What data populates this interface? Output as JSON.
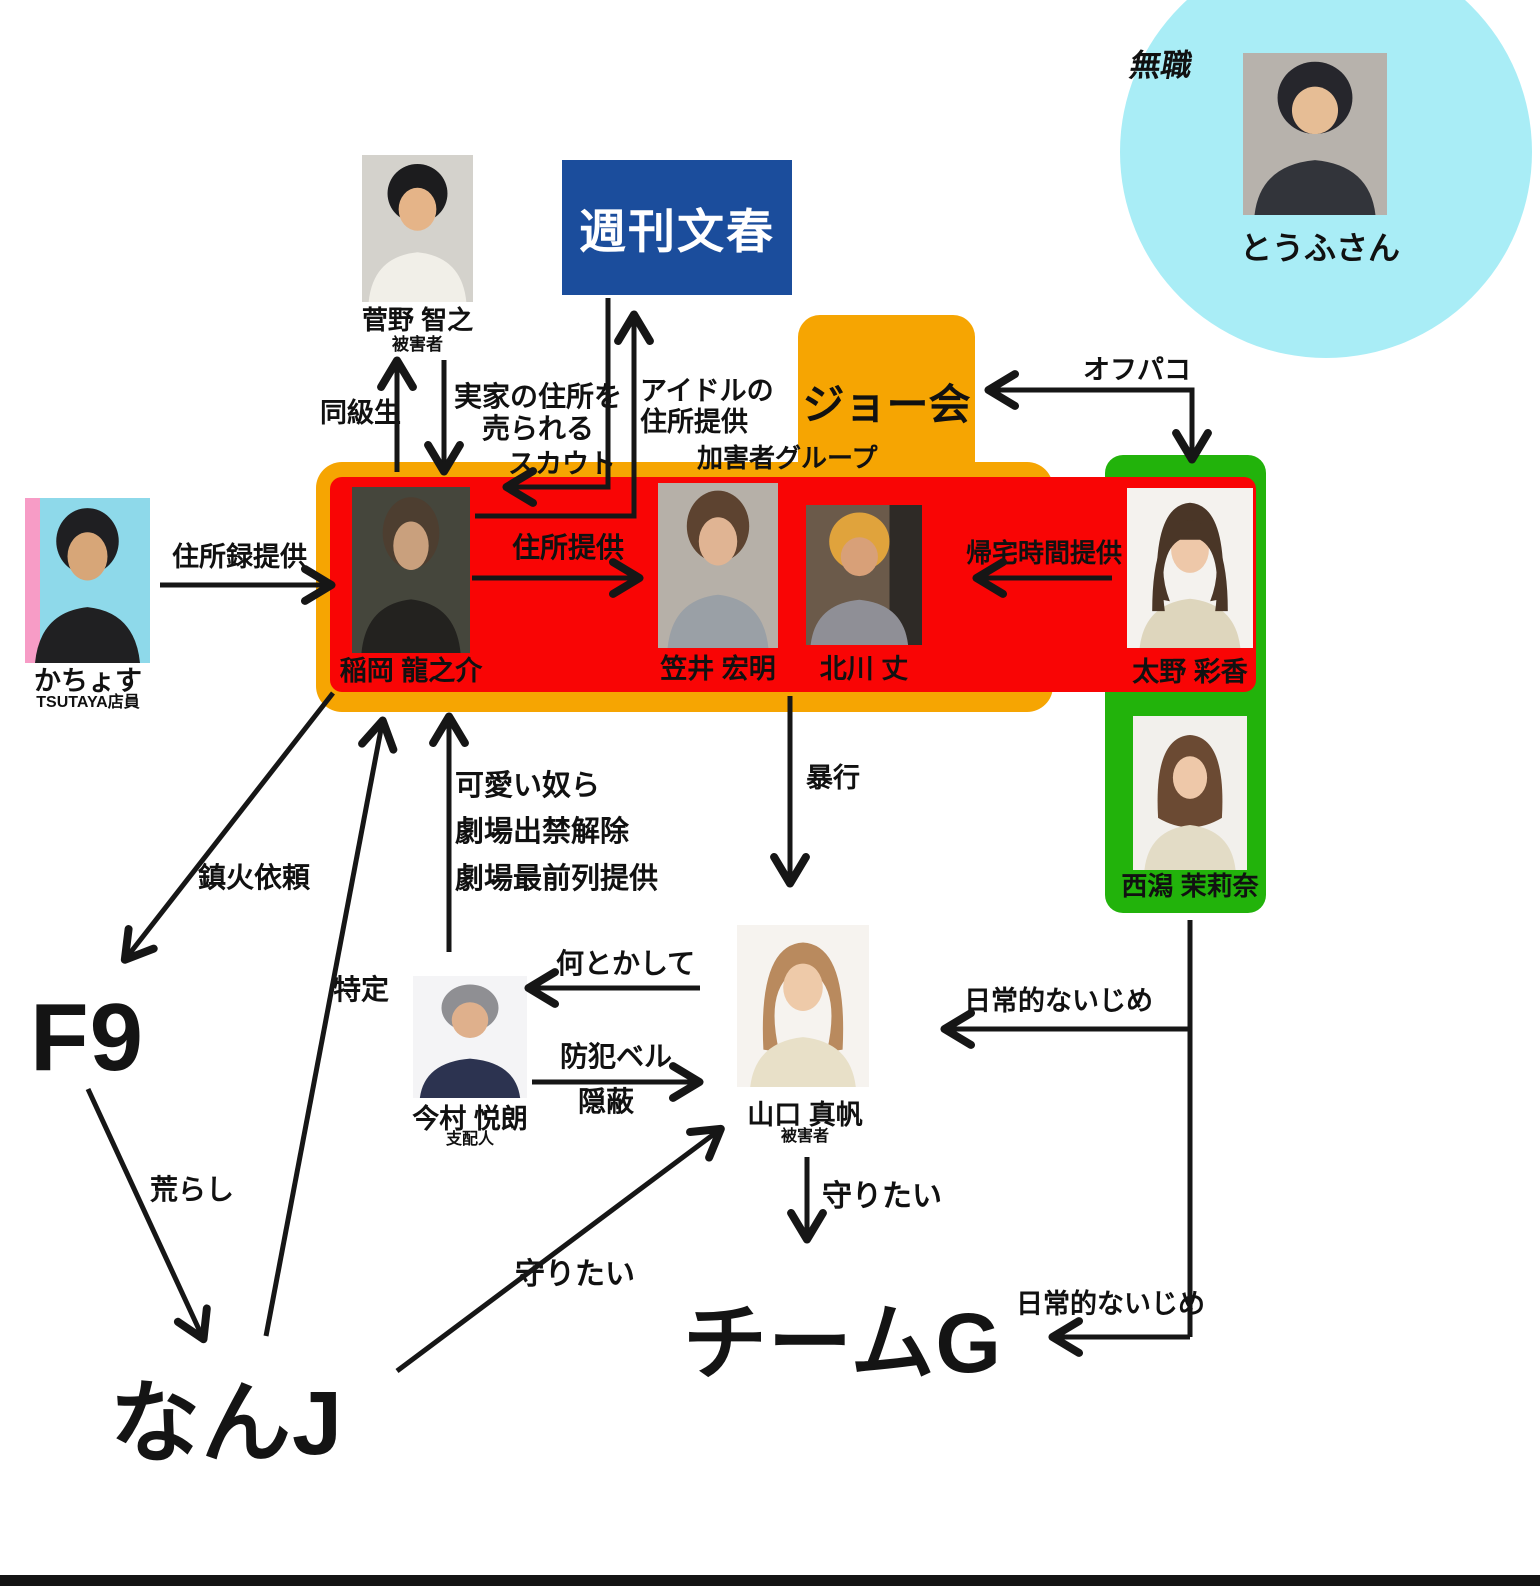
{
  "colors": {
    "red_box": "#f90505",
    "orange_box": "#f6a502",
    "green_box": "#22b30b",
    "bunshun_blue": "#1b4d9c",
    "circle_cyan": "#a9edf6",
    "arrow_black": "#161616"
  },
  "nodes": {
    "tofu": {
      "tag": "無職",
      "name": "とうふさん"
    },
    "sugano": {
      "name": "菅野 智之",
      "role": "被害者"
    },
    "bunshun": {
      "label": "週刊文春"
    },
    "joekai": {
      "label": "ジョー会"
    },
    "group_label": "加害者グループ",
    "kachosu": {
      "name": "かちょす",
      "role": "TSUTAYA店員"
    },
    "inaoka": {
      "name": "稲岡 龍之介"
    },
    "kasai": {
      "name": "笠井 宏明"
    },
    "kitagawa": {
      "name": "北川 丈"
    },
    "tano": {
      "name": "太野 彩香"
    },
    "nishigata": {
      "name": "西潟 茉莉奈"
    },
    "imamura": {
      "name": "今村 悦朗",
      "role": "支配人"
    },
    "yamaguchi": {
      "name": "山口 真帆",
      "role": "被害者"
    },
    "f9": {
      "label": "F9"
    },
    "nanj": {
      "label": "なんJ"
    },
    "teamg": {
      "label": "チームG"
    }
  },
  "edges": {
    "classmate": "同級生",
    "home_address_l1": "実家の住所を",
    "home_address_l2": "売られる",
    "scout": "スカウト",
    "idol_address_l1": "アイドルの",
    "idol_address_l2": "住所提供",
    "address_book": "住所録提供",
    "address": "住所提供",
    "home_time": "帰宅時間提供",
    "offline_meet": "オフパコ",
    "assault": "暴行",
    "cute_l1": "可愛い奴ら",
    "cute_l2": "劇場出禁解除",
    "cute_l3": "劇場最前列提供",
    "identify": "特定",
    "extinguish": "鎮火依頼",
    "troll": "荒らし",
    "do_something": "何とかして",
    "security_bell": "防犯ベル",
    "cover_up": "隠蔽",
    "protect_nanj": "守りたい",
    "protect_yamaguchi": "守りたい",
    "daily_bullying_upper": "日常的ないじめ",
    "daily_bullying_lower": "日常的ないじめ"
  }
}
